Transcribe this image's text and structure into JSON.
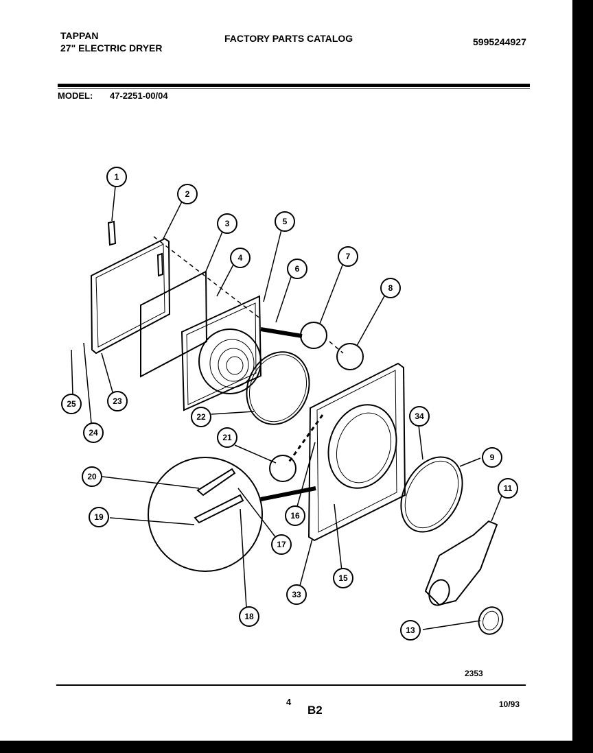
{
  "header": {
    "brand": "TAPPAN",
    "product": "27\" ELECTRIC DRYER",
    "catalog_title": "FACTORY PARTS CATALOG",
    "catalog_number": "5995244927"
  },
  "model": {
    "label": "MODEL:",
    "value": "47-2251-00/04"
  },
  "callouts": [
    "1",
    "2",
    "3",
    "4",
    "5",
    "6",
    "7",
    "8",
    "9",
    "11",
    "13",
    "15",
    "16",
    "17",
    "18",
    "19",
    "20",
    "21",
    "22",
    "23",
    "24",
    "25",
    "33",
    "34"
  ],
  "footer": {
    "drawing_number": "2353",
    "page_number": "4",
    "section": "B2",
    "date": "10/93"
  }
}
